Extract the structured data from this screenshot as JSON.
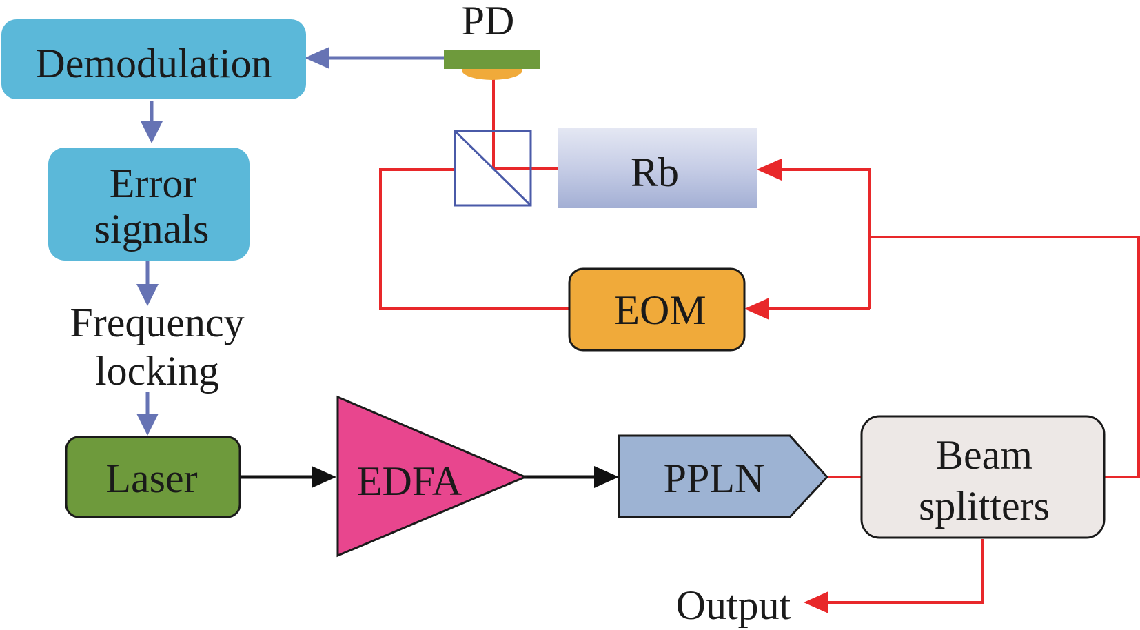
{
  "nodes": {
    "demodulation": "Demodulation",
    "error_signals": [
      "Error",
      "signals"
    ],
    "frequency_locking": [
      "Frequency",
      "locking"
    ],
    "laser": "Laser",
    "edfa": "EDFA",
    "ppln": "PPLN",
    "beam_splitters": [
      "Beam",
      "splitters"
    ],
    "eom": "EOM",
    "rb": "Rb",
    "pd": "PD",
    "output": "Output"
  },
  "colors": {
    "demodulation_fill": "#5bb8d9",
    "error_signals_fill": "#5bb8d9",
    "laser_fill": "#6e9a3c",
    "edfa_fill": "#e8468e",
    "ppln_fill": "#9db3d3",
    "beam_splitters_fill": "#ede8e6",
    "eom_fill": "#f0aa3a",
    "rb_gradient_top": "#cfd5ea",
    "rb_gradient_bottom": "#a7b3d6",
    "pd_detector": "#6e9a3c",
    "pd_lens": "#f0aa3a",
    "control_arrow": "#6673b4",
    "laser_path": "#e8282a",
    "pump_arrow": "#111111",
    "splitter_cube": "#4a5aa8"
  }
}
